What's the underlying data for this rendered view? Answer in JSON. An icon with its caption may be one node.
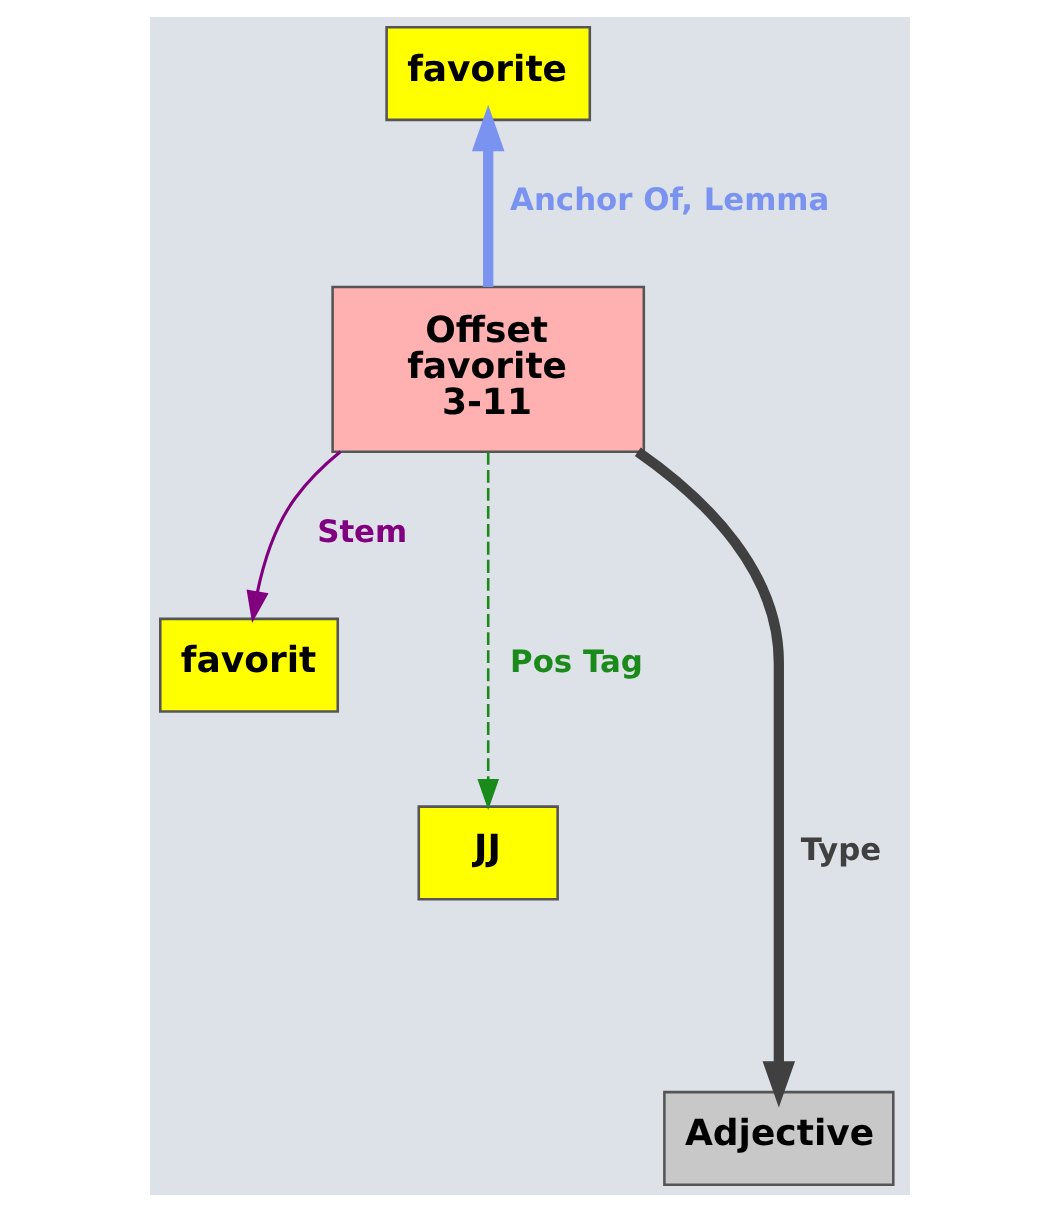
{
  "diagram": {
    "nodes": [
      {
        "text": [
          "favorite"
        ]
      },
      {
        "text": [
          "Offset favorite 3-11"
        ]
      },
      {
        "text": [
          "favorit"
        ]
      },
      {
        "text": [
          "JJ"
        ]
      },
      {
        "text": [
          "Adjective"
        ]
      }
    ],
    "edges": [
      {
        "from": 1,
        "to": 0,
        "arrow": "to",
        "label": "Anchor Of, Lemma",
        "style": "thick",
        "color": "#7b93f0"
      },
      {
        "from": 1,
        "to": 2,
        "arrow": "to",
        "label": "Stem",
        "color": "#800080"
      },
      {
        "from": 1,
        "to": 3,
        "arrow": "to",
        "label": "Pos Tag",
        "style": "dashed",
        "color": "#1a8a1a"
      },
      {
        "from": 1,
        "to": 4,
        "arrow": "to",
        "label": "Type",
        "style": "thick",
        "color": "#404040"
      }
    ]
  }
}
